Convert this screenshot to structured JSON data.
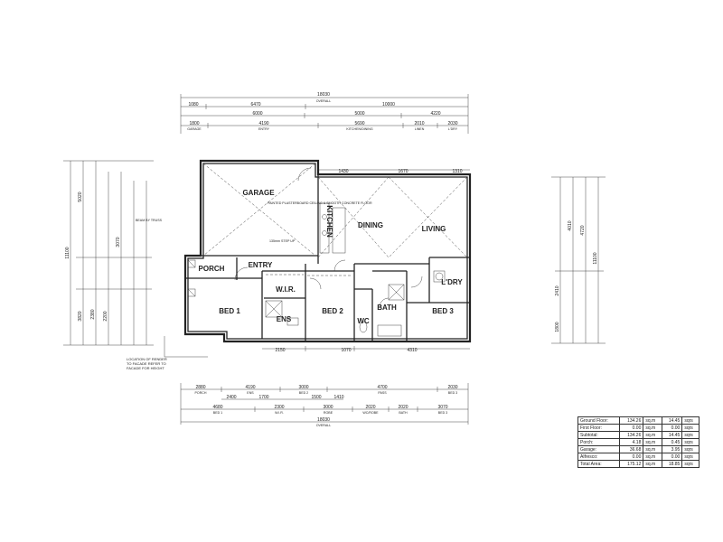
{
  "rooms": {
    "garage": "GARAGE",
    "garage_note": "PAINTED PLASTERBOARD CEILING & SMOOTH CONCRETE FLOOR",
    "dining": "DINING",
    "living": "LIVING",
    "kitchen": "KITCHEN",
    "porch": "PORCH",
    "entry": "ENTRY",
    "wir": "W.I.R.",
    "bed1": "BED 1",
    "ens": "ENS",
    "bed2": "BED 2",
    "wc": "WC",
    "bath": "BATH",
    "bed3": "BED 3",
    "ldry": "L'DRY",
    "step_note": "135mm STEP UP"
  },
  "notes": {
    "render": "LOCATION OF RENDER TO FACADE REFER TO FACADE FOR HEIGHT",
    "beam": "BEAM BY TRUSS"
  },
  "dims_top": {
    "overall": "18030",
    "overall_label": "OVERALL",
    "row1": [
      "1080",
      "6470",
      "10000"
    ],
    "row2": [
      "6000",
      "5000",
      "4220"
    ],
    "row3": [
      "1800",
      "4190",
      "5690",
      "2010",
      "2030"
    ],
    "row3_labels": [
      "GARAGE",
      "ENTRY",
      "KITCHEN/DINING",
      "LINEN",
      "L'DRY"
    ]
  },
  "dims_bottom": {
    "row1": [
      "2880",
      "4190",
      "3000",
      "4700",
      "2030"
    ],
    "row1_labels": [
      "PORCH",
      "ENS",
      "BED 2",
      "PASS",
      "BED 3"
    ],
    "row2": [
      "2400",
      "1700",
      "1500",
      "1410"
    ],
    "row3": [
      "4680",
      "2300",
      "3000",
      "2020",
      "2020",
      "3070"
    ],
    "row3_labels": [
      "BED 1",
      "W.I.R.",
      "ROBE",
      "WC/ROBE",
      "BATH",
      "BED 3"
    ],
    "overall": "18030",
    "overall_label": "OVERALL"
  },
  "dims_inner": {
    "front": [
      "2150",
      "1070",
      "4310"
    ],
    "rear": [
      "1430",
      "1670",
      "1310"
    ]
  },
  "dims_left": [
    "5020",
    "3070",
    "11100",
    "3820",
    "2380",
    "2200"
  ],
  "dims_right": [
    "4720",
    "4010",
    "11100",
    "2410",
    "1800"
  ],
  "areas": [
    {
      "label": "Ground Floor:",
      "sqm": "134.26",
      "sqm_unit": "sq.m",
      "sq": "14.45",
      "sq_unit": "sqrs"
    },
    {
      "label": "First Floor:",
      "sqm": "0.00",
      "sqm_unit": "sq.m",
      "sq": "0.00",
      "sq_unit": "sqrs"
    },
    {
      "label": "Subtotal:",
      "sqm": "134.26",
      "sqm_unit": "sq.m",
      "sq": "14.45",
      "sq_unit": "sqrs"
    },
    {
      "label": "Porch:",
      "sqm": "4.18",
      "sqm_unit": "sq.m",
      "sq": "0.45",
      "sq_unit": "sqrs"
    },
    {
      "label": "Garage:",
      "sqm": "36.68",
      "sqm_unit": "sq.m",
      "sq": "3.95",
      "sq_unit": "sqrs"
    },
    {
      "label": "Alfresco:",
      "sqm": "0.00",
      "sqm_unit": "sq.m",
      "sq": "0.00",
      "sq_unit": "sqrs"
    },
    {
      "label": "Total Area:",
      "sqm": "175.12",
      "sqm_unit": "sq.m",
      "sq": "18.85",
      "sq_unit": "sqrs"
    }
  ]
}
